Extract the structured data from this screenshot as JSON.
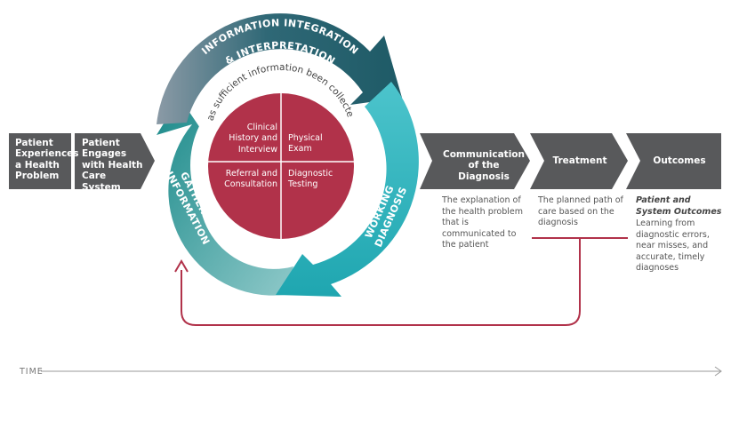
{
  "colors": {
    "dark_gray": "#58595b",
    "teal_dark": "#1e5a66",
    "teal_mid": "#1b8a8a",
    "teal_light": "#2fb8c0",
    "crimson": "#b1324a",
    "arrow_red": "#b1324a"
  },
  "left_boxes": [
    {
      "label": "Patient Experiences a Health Problem"
    },
    {
      "label": "Patient Engages with Health Care System"
    }
  ],
  "cycle": {
    "top_label_line1": "INFORMATION INTEGRATION",
    "top_label_line2": "& INTERPRETATION",
    "left_label_line1": "INFORMATION",
    "left_label_line2": "GATHERING",
    "right_label_line1": "WORKING",
    "right_label_line2": "DIAGNOSIS",
    "question": "Has sufficient information been collected?"
  },
  "center_quadrants": [
    {
      "label": "Clinical History and Interview"
    },
    {
      "label": "Physical Exam"
    },
    {
      "label": "Referral and Consultation"
    },
    {
      "label": "Diagnostic Testing"
    }
  ],
  "right_steps": [
    {
      "label": "Communication of the Diagnosis",
      "description": "The explanation of the health problem that is communicated to the patient"
    },
    {
      "label": "Treatment",
      "description": "The planned path of care based on the diagnosis"
    },
    {
      "label": "Outcomes",
      "description_title": "Patient and System Outcomes",
      "description": "Learning from diagnostic errors, near misses, and accurate, timely diagnoses"
    }
  ],
  "time_label": "TIME"
}
